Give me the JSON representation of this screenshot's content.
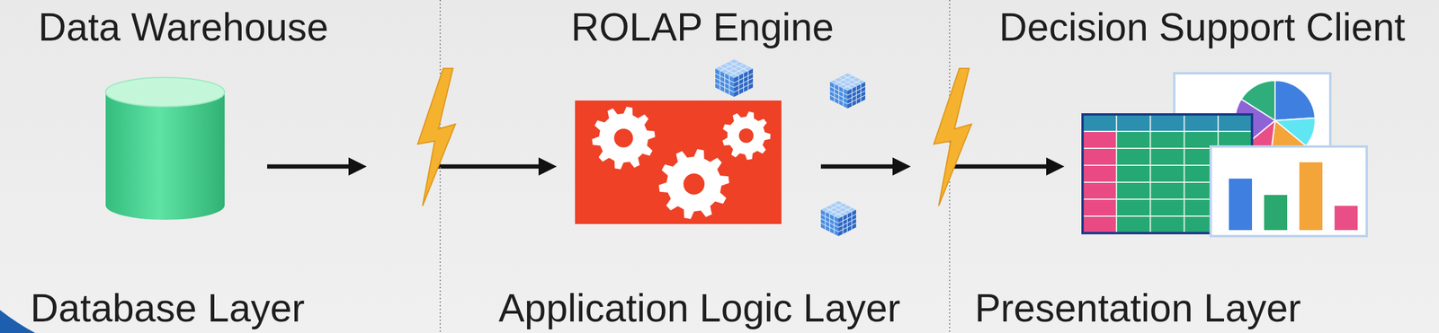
{
  "diagram": {
    "nodes": [
      {
        "text": [
          "Data Warehouse"
        ]
      },
      {
        "text": [
          "ROLAP Engine"
        ]
      },
      {
        "text": [
          "Decision Support Client"
        ]
      }
    ],
    "edges": [
      {
        "from": 0,
        "to": 1,
        "arrow": "to"
      },
      {
        "from": 1,
        "to": 2,
        "arrow": "to"
      }
    ],
    "labels": [
      "Database Layer",
      "Application Logic Layer",
      "Presentation Layer"
    ]
  }
}
